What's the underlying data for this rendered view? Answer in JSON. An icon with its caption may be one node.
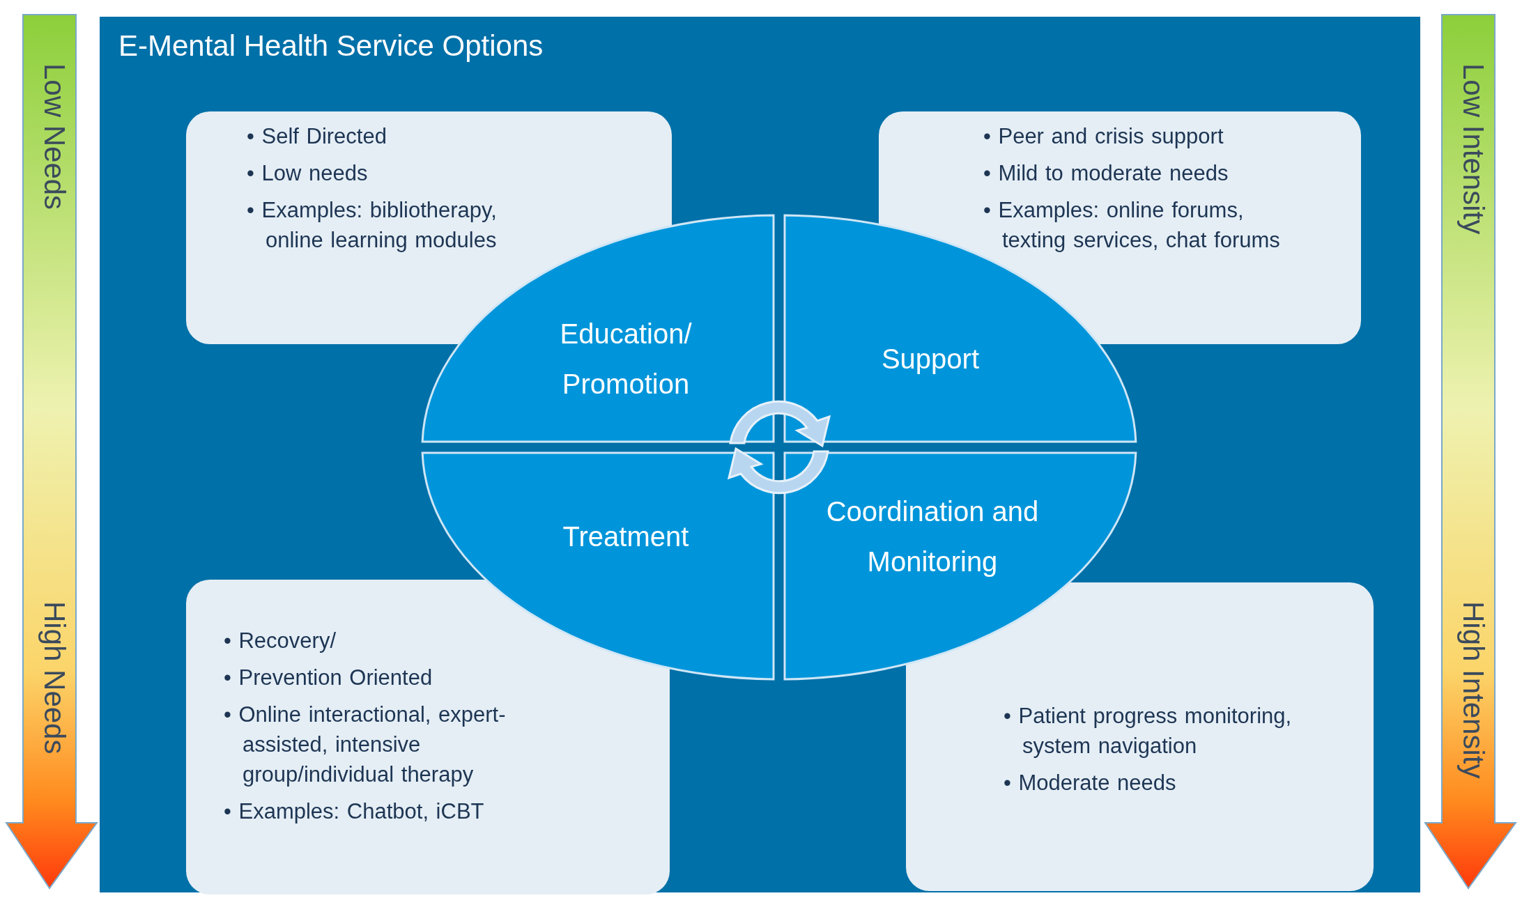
{
  "diagram": {
    "title": "E-Mental Health Service Options",
    "nodes": [
      {
        "text": [
          "Low Needs",
          "High Needs"
        ]
      },
      {
        "text": [
          "Low Intensity",
          "High Intensity"
        ]
      },
      {
        "text": [
          "• Self Directed",
          "• Low needs",
          "• Examples: bibliotherapy, online learning modules"
        ]
      },
      {
        "text": [
          "• Peer and crisis support",
          "• Mild to moderate needs",
          "• Examples: online forums, texting services, chat forums"
        ]
      },
      {
        "text": [
          "• Recovery/",
          "• Prevention Oriented",
          "• Online interactional, expert-assisted, intensive group/individual therapy",
          "• Examples: Chatbot, iCBT"
        ]
      },
      {
        "text": [
          "• Patient progress monitoring, system navigation",
          "• Moderate needs"
        ]
      },
      {
        "text": [
          "Education/ Promotion"
        ]
      },
      {
        "text": [
          "Support"
        ]
      },
      {
        "text": [
          "Treatment"
        ]
      },
      {
        "text": [
          "Coordination and Monitoring"
        ]
      }
    ]
  }
}
